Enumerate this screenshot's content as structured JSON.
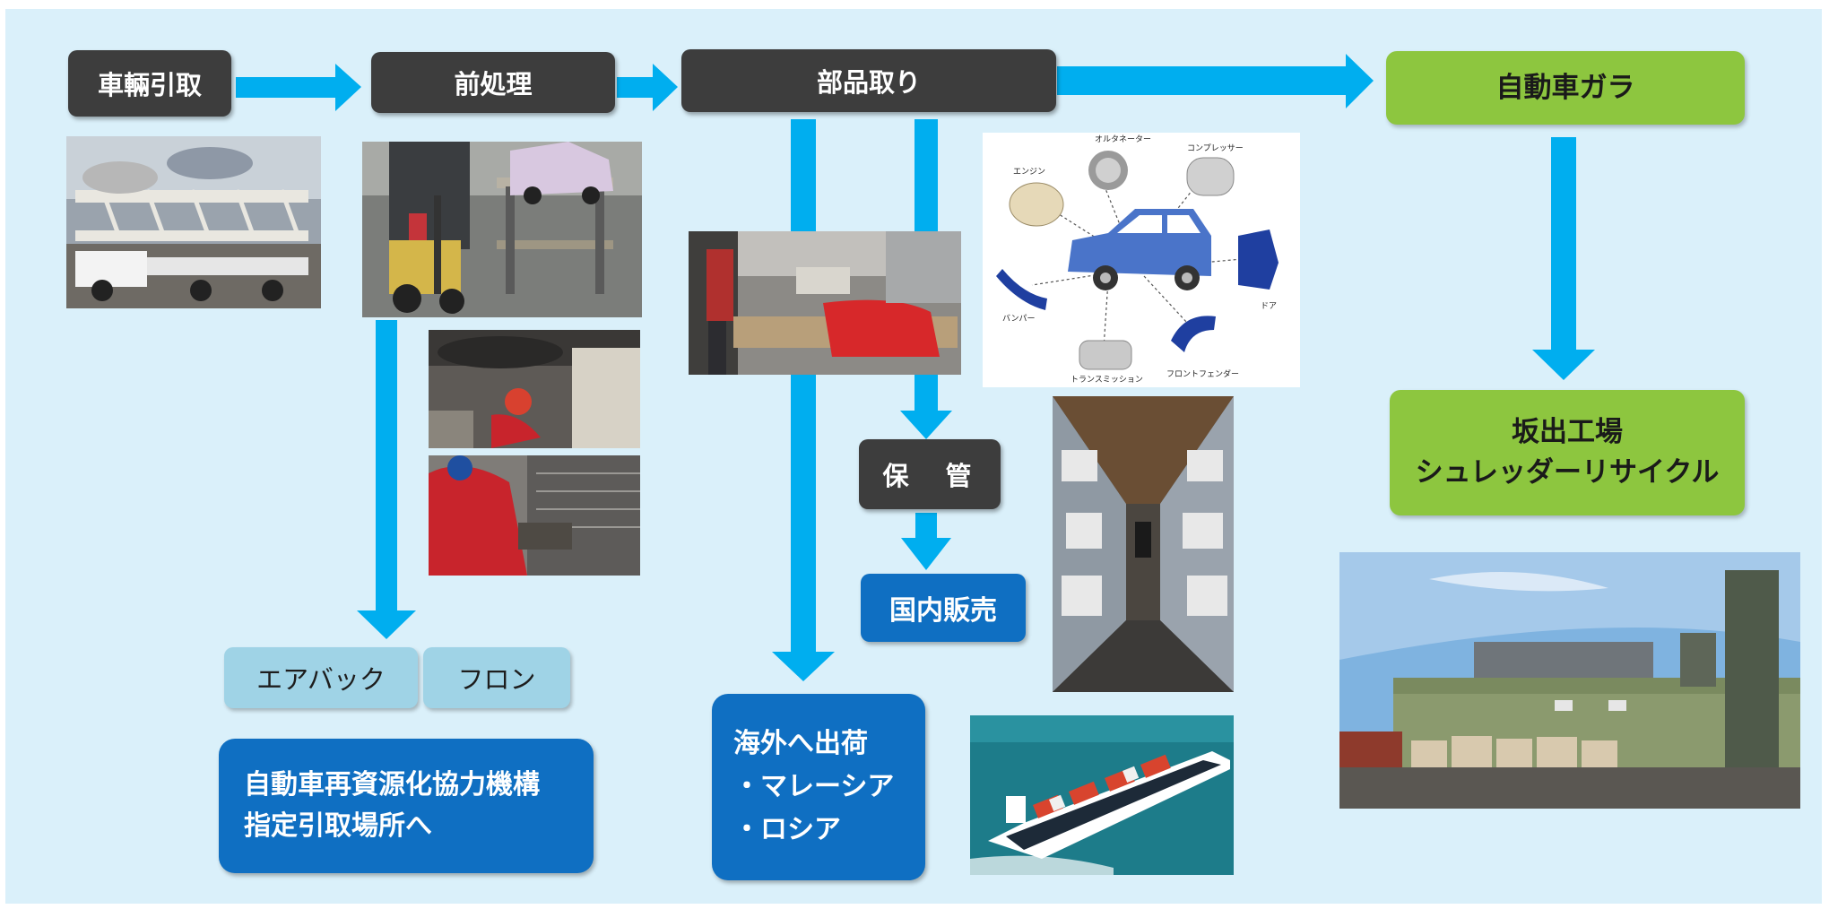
{
  "colors": {
    "background": "#daf0fa",
    "arrow": "#00aeef",
    "process_box": "#3d3d3d",
    "result_box": "#8dc63f",
    "removal_box": "#9fd3e6",
    "destination_box": "#0f6fc2"
  },
  "steps": {
    "vehicle_pickup": "車輛引取",
    "pretreatment": "前処理",
    "parts_removal": "部品取り",
    "car_shell": "自動車ガラ"
  },
  "pretreatment_items": {
    "airbag": "エアバック",
    "freon": "フロン",
    "destination_line1": "自動車再資源化協力機構",
    "destination_line2": "指定引取場所へ"
  },
  "parts_flow": {
    "storage": "保　管",
    "domestic_sales": "国内販売",
    "export_line1": "海外へ出荷",
    "export_line2": "・マレーシア",
    "export_line3": "・ロシア"
  },
  "shredder": {
    "line1": "坂出工場",
    "line2": "シュレッダーリサイクル"
  },
  "parts_diagram": {
    "alternator": "オルタネーター",
    "compressor": "コンプレッサー",
    "engine": "エンジン",
    "bumper": "バンパー",
    "door": "ドア",
    "transmission": "トランスミッション",
    "front_fender": "フロントフェンダー"
  },
  "icons": {
    "arrows": "flow-arrow",
    "photos": "photo"
  }
}
